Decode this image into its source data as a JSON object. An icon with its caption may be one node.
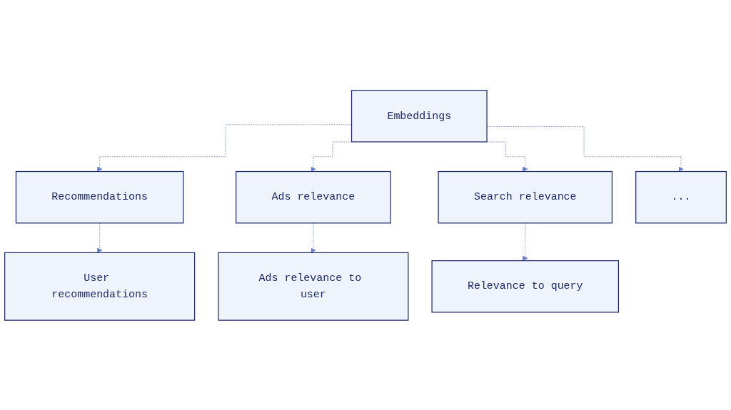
{
  "diagram": {
    "nodes": [
      {
        "text": [
          "Embeddings"
        ]
      },
      {
        "text": [
          "Recommendations"
        ]
      },
      {
        "text": [
          "Ads relevance"
        ]
      },
      {
        "text": [
          "Search relevance"
        ]
      },
      {
        "text": [
          "..."
        ]
      },
      {
        "text": [
          "User recommendations"
        ]
      },
      {
        "text": [
          "Ads relevance to user"
        ]
      },
      {
        "text": [
          "Relevance to query"
        ]
      }
    ],
    "edges": [
      {
        "from": 0,
        "to": 1,
        "arrow": "to",
        "style": "dashed"
      },
      {
        "from": 0,
        "to": 2,
        "arrow": "to",
        "style": "dashed"
      },
      {
        "from": 0,
        "to": 3,
        "arrow": "to",
        "style": "dashed"
      },
      {
        "from": 0,
        "to": 4,
        "arrow": "to",
        "style": "dashed"
      },
      {
        "from": 1,
        "to": 5,
        "arrow": "to",
        "style": "dashed"
      },
      {
        "from": 2,
        "to": 6,
        "arrow": "to",
        "style": "dashed"
      },
      {
        "from": 3,
        "to": 7,
        "arrow": "to",
        "style": "dashed"
      }
    ]
  }
}
